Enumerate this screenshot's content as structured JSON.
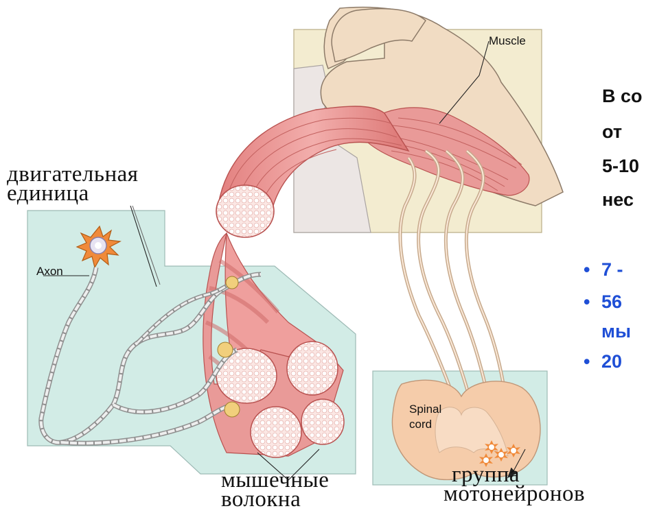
{
  "labels": {
    "muscle": "Muscle",
    "axon": "Axon",
    "spinal_cord_line1": "Spinal",
    "spinal_cord_line2": "cord",
    "motor_unit_line1": "двигательная",
    "motor_unit_line2": "единица",
    "muscle_fibers_line1": "мышечные",
    "muscle_fibers_line2": "волокна",
    "motoneuron_group_line1": "группа",
    "motoneuron_group_line2": "мотонейронов"
  },
  "side_text": {
    "line1": "В со",
    "line2": "от",
    "line3": "5-10",
    "line4": "нес"
  },
  "bullets": [
    {
      "text": "7 -"
    },
    {
      "text": "56"
    },
    {
      "text": "мы",
      "continuation": true
    },
    {
      "text": "20"
    }
  ],
  "colors": {
    "panel": "#d2ece6",
    "arm_panel": "#f3ecd0",
    "skin": "#f1dcc3",
    "muscle": "#e99a98",
    "muscle_dark": "#c9605f",
    "fiber_end": "#fbe7e4",
    "neuron": "#f08a3a",
    "spinal": "#f5ccaa",
    "bullet_blue": "#1f4fd6"
  }
}
